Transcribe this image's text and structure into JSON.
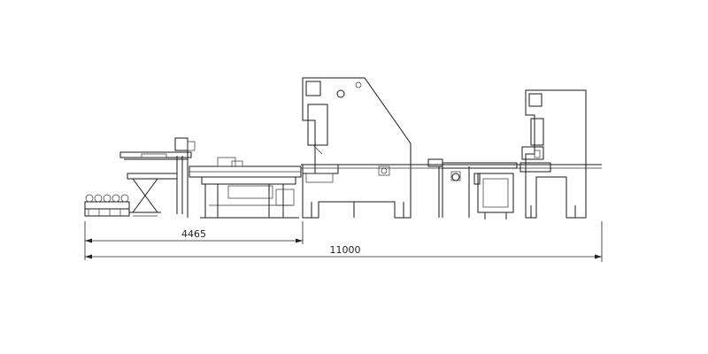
{
  "dimensions": {
    "partial_label": "4465",
    "overall_label": "11000"
  },
  "components": [
    "roller-conveyor",
    "scissor-lift-table",
    "feeding-table",
    "main-press",
    "transfer-conveyor",
    "control-cabinet",
    "secondary-press"
  ]
}
